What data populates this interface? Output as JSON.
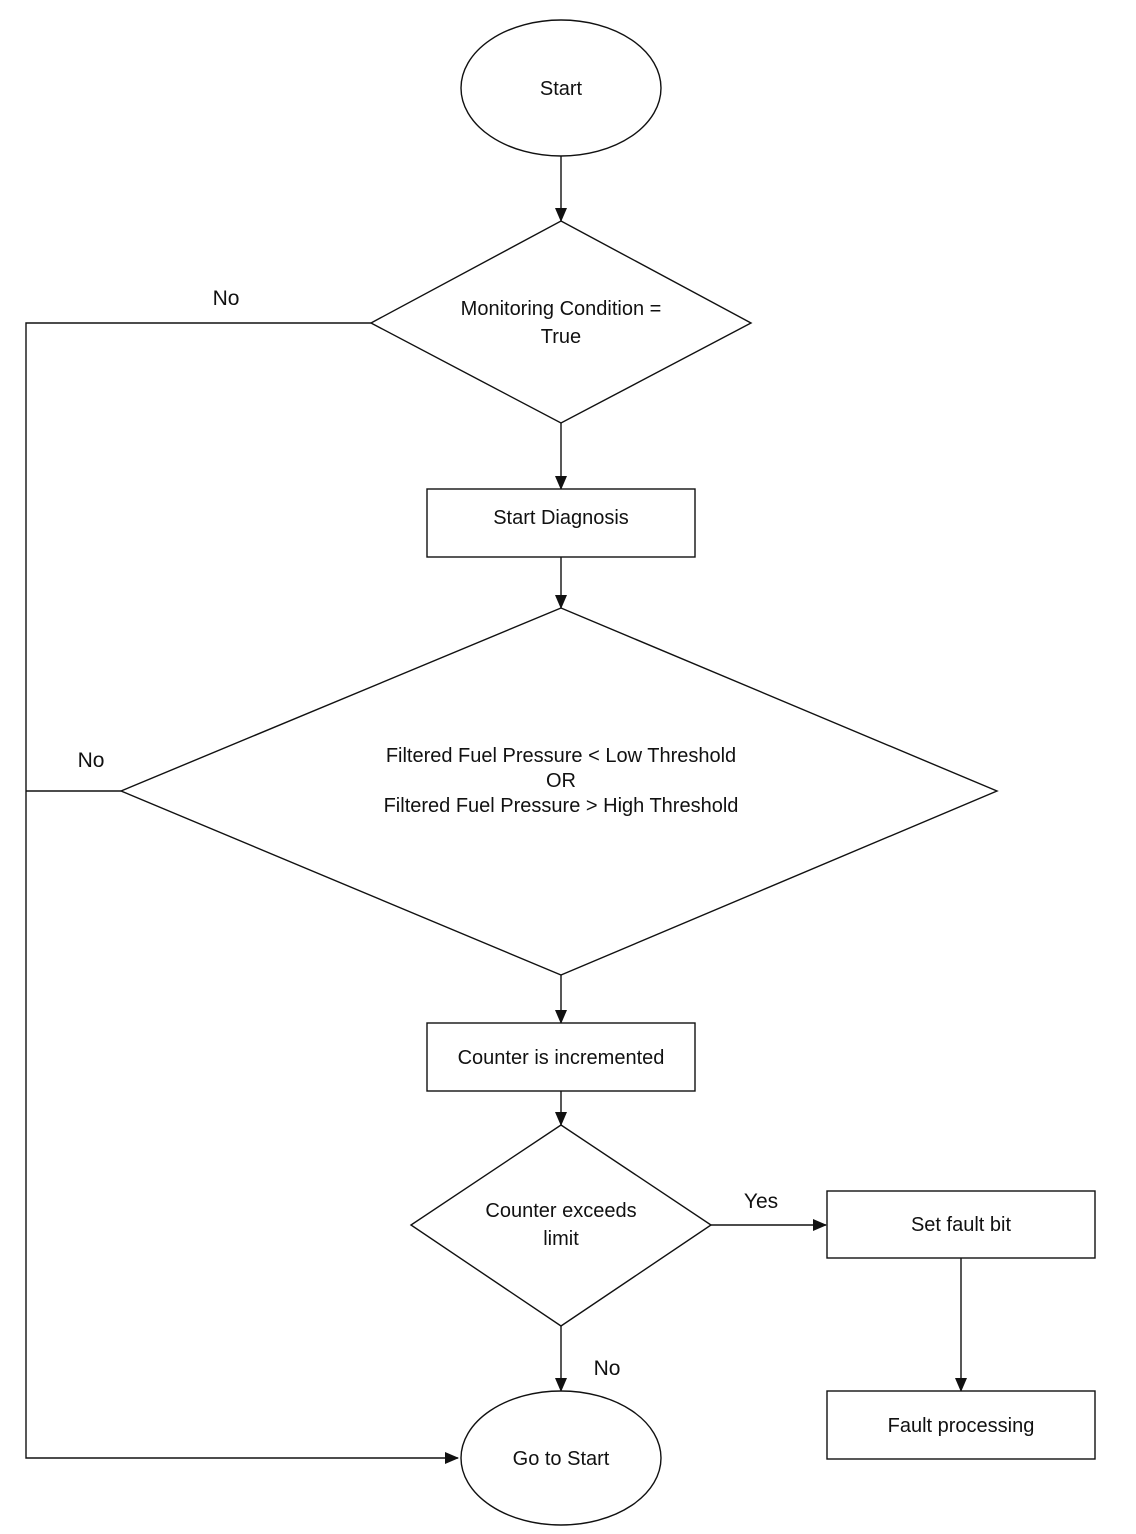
{
  "nodes": {
    "start": "Start",
    "monitoring_condition": [
      "Monitoring Condition =",
      "True"
    ],
    "start_diagnosis": "Start Diagnosis",
    "pressure_check": [
      "Filtered Fuel Pressure < Low Threshold",
      "OR",
      "Filtered Fuel Pressure > High Threshold"
    ],
    "counter_incremented": "Counter is incremented",
    "counter_exceeds": [
      "Counter exceeds",
      "limit"
    ],
    "set_fault_bit": "Set fault bit",
    "fault_processing": "Fault processing",
    "go_to_start": "Go to Start"
  },
  "edge_labels": {
    "monitoring_no": "No",
    "pressure_no": "No",
    "counter_yes": "Yes",
    "counter_no": "No"
  }
}
